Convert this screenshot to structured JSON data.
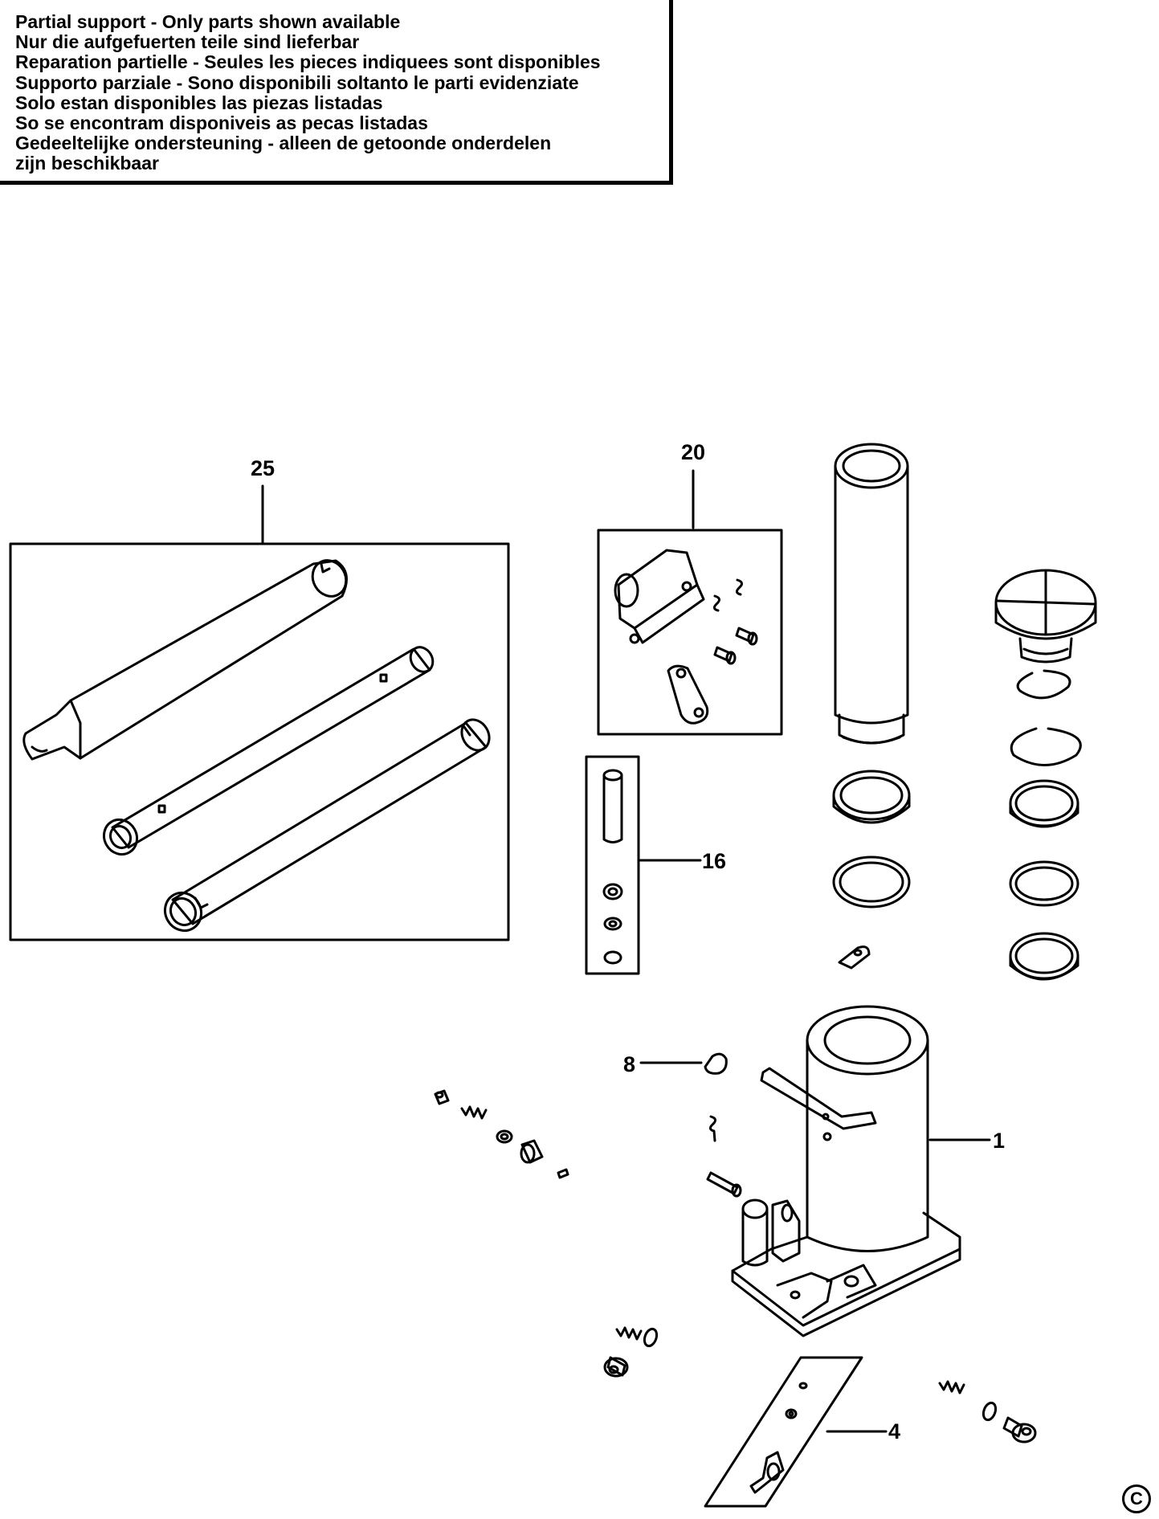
{
  "notice": {
    "lines": [
      "Partial support - Only parts shown available",
      "Nur die aufgefuerten teile sind lieferbar",
      "Reparation partielle - Seules les pieces indiquees sont disponibles",
      "Supporto parziale - Sono disponibili soltanto le parti evidenziate",
      "Solo estan disponibles las piezas listadas",
      "So se encontram disponiveis as pecas listadas",
      "Gedeeltelijke ondersteuning - alleen de getoonde onderdelen",
      "zijn beschikbaar"
    ]
  },
  "callouts": {
    "part_25": "25",
    "part_20": "20",
    "part_16": "16",
    "part_8": "8",
    "part_1": "1",
    "part_4": "4"
  },
  "copyright": "C"
}
